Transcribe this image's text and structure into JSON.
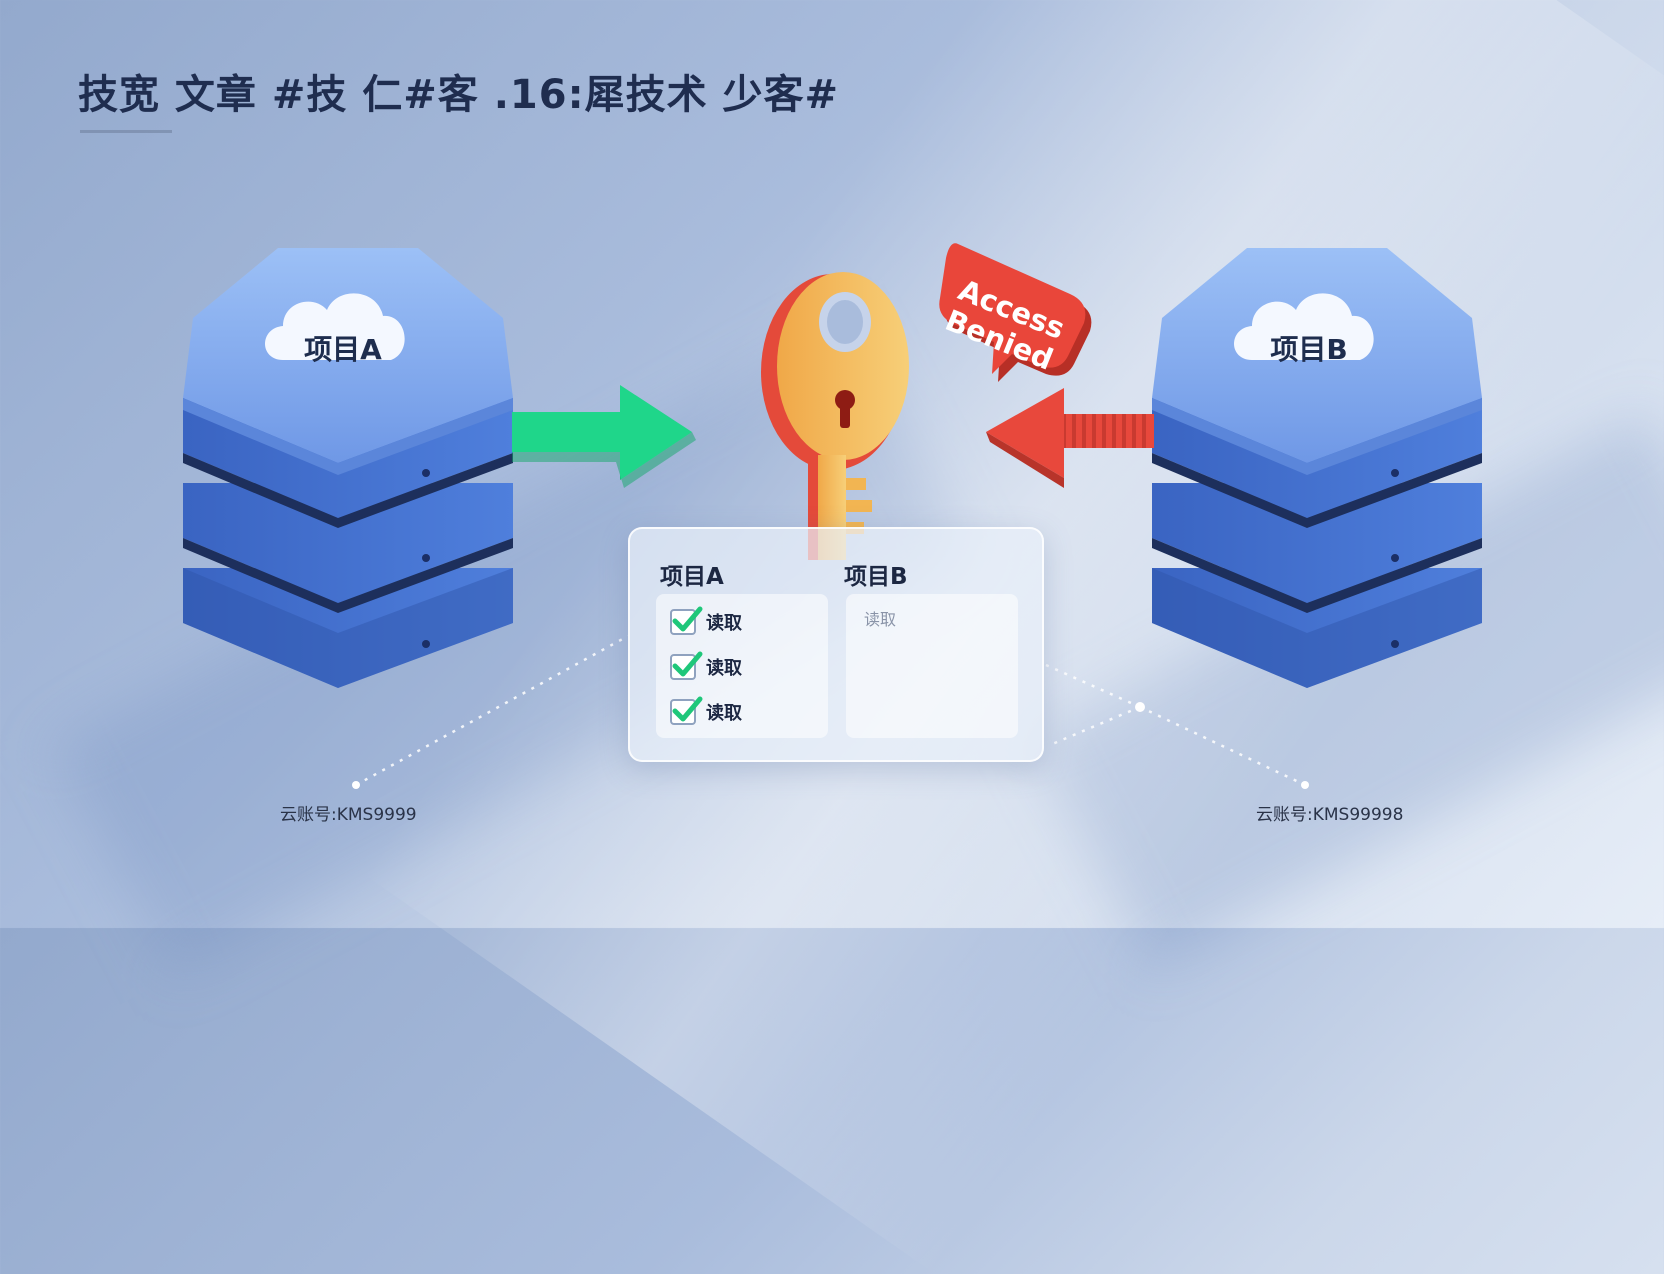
{
  "title": "技宽 文章 #技 仁#客 .16:犀技术 少客#",
  "projects": {
    "a": {
      "name": "项目A",
      "account": "云账号:KMS9999"
    },
    "b": {
      "name": "项目B",
      "account": "云账号:KMS99998"
    }
  },
  "callout": {
    "line1": "Access",
    "line2": "Benied"
  },
  "permissions": {
    "col_a": {
      "header": "项目A",
      "rows": [
        "读取",
        "读取",
        "读取"
      ]
    },
    "col_b": {
      "header": "项目B",
      "rows": [
        "读取"
      ]
    }
  },
  "colors": {
    "allow_arrow": "#1fd68a",
    "deny_arrow": "#e8483c",
    "server_top": "#7fa8ec",
    "server_body": "#3f6fcf",
    "key_gold": "#f3bf5a",
    "key_red": "#e44a3a"
  },
  "icons": [
    "cloud-icon",
    "server-stack-icon",
    "key-icon",
    "keyhole-icon",
    "arrow-right-icon",
    "arrow-left-icon",
    "speech-bubble-icon",
    "checkbox-checked-icon"
  ]
}
